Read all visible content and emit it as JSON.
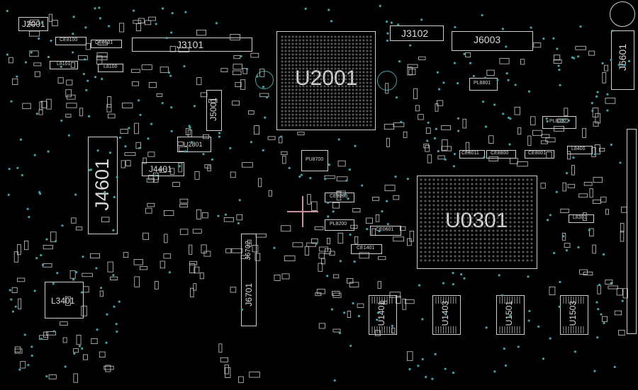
{
  "colors": {
    "background": "#000000",
    "outline": "#cfcfcf",
    "via": "#3fa3a3",
    "crosshair": "#c7929d"
  },
  "labels": {
    "u2001": "U2001",
    "u0301": "U0301",
    "j4601": "J4601",
    "j3101": "J3101",
    "j3102": "J3102",
    "j6003": "J6003",
    "j6601": "J6601",
    "j2001": "J2001",
    "j5001": "J5001",
    "j4401": "J4401",
    "j6701": "J6701",
    "j6702": "J6702",
    "l3401": "L3401",
    "u2801": "U2801",
    "u1401": "U1401",
    "u1403": "U1403",
    "u1501": "U1501",
    "u1503": "U1503",
    "pu8700": "PU8700",
    "pl8200": "PL8200",
    "pl8801": "PL8801",
    "pl8002": "PL8002",
    "ce8100": "CE8100",
    "ce8101": "CE8101",
    "ce8200": "CE8200",
    "ce0601": "CE0601",
    "ce1401": "CE1401",
    "ce8800": "CE8800",
    "ce8001": "CE8001",
    "ce8011": "CE8011",
    "l8101": "L8101",
    "l8100": "L8100",
    "l8400": "L8400",
    "l8301": "L8301"
  }
}
